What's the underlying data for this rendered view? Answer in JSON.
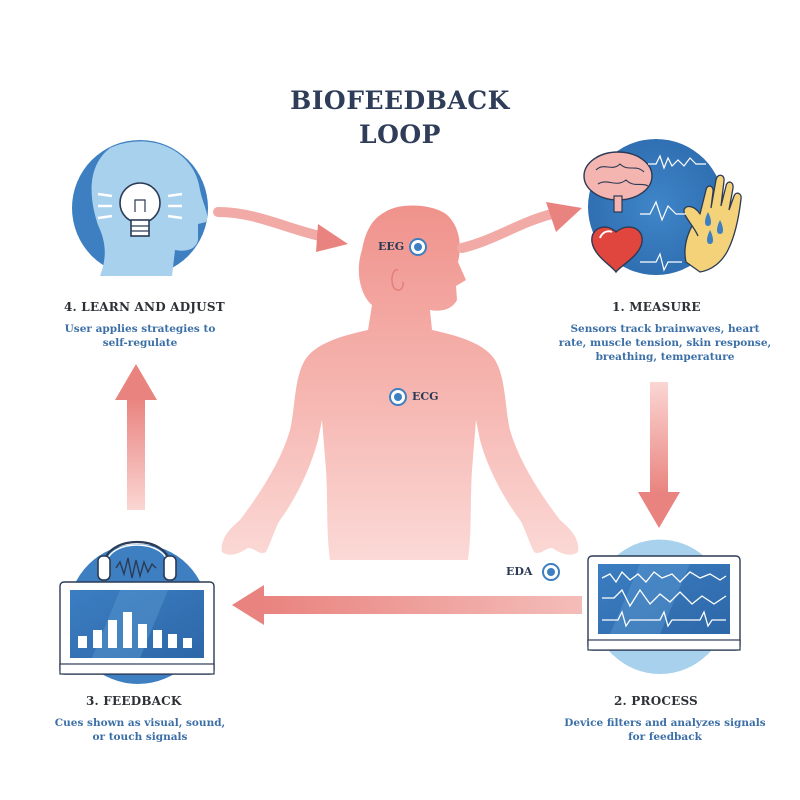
{
  "title": {
    "line1": "BIOFEEDBACK",
    "line2": "LOOP"
  },
  "steps": [
    {
      "title": "1. MEASURE",
      "desc": [
        "Sensors track brainwaves, heart",
        "rate, muscle tension, skin response,",
        "breathing, temperature"
      ]
    },
    {
      "title": "2. PROCESS",
      "desc": [
        "Device filters and analyzes signals",
        "for feedback"
      ]
    },
    {
      "title": "3. FEEDBACK",
      "desc": [
        "Cues shown as visual, sound,",
        "or touch signals"
      ]
    },
    {
      "title": "4. LEARN AND ADJUST",
      "desc": [
        "User applies strategies to",
        "self-regulate"
      ]
    }
  ],
  "sensors": {
    "eeg": "EEG",
    "ecg": "ECG",
    "eda": "EDA"
  },
  "colors": {
    "accent_blue": "#3d7fc1",
    "light_blue": "#a8d1ee",
    "arrow_pink": "#e9908c",
    "body_pink": "#f3a9a4",
    "title_navy": "#2f3d59"
  }
}
